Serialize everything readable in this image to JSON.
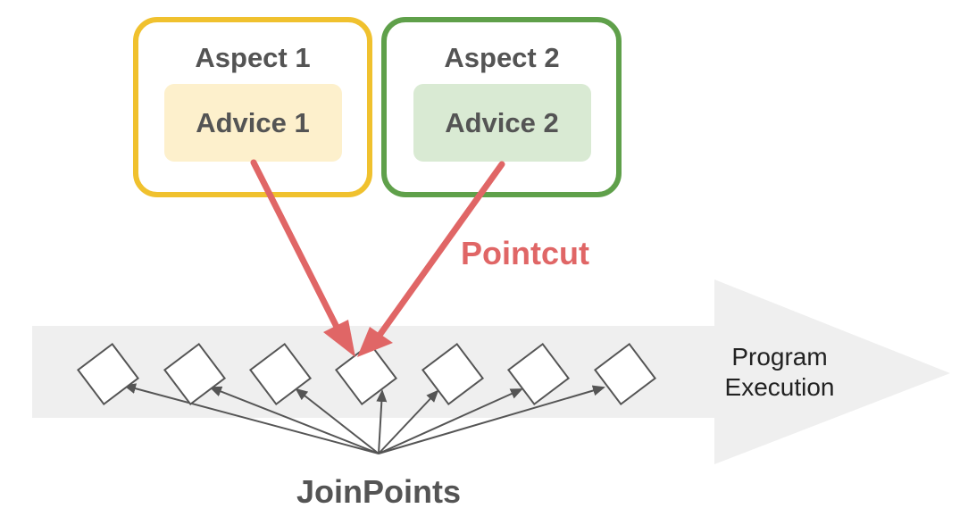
{
  "aspects": [
    {
      "title": "Aspect 1",
      "advice": "Advice 1",
      "border_color": "#f0c12e",
      "advice_fill": "#fdf0cc"
    },
    {
      "title": "Aspect 2",
      "advice": "Advice 2",
      "border_color": "#5fa04a",
      "advice_fill": "#d9ead3"
    }
  ],
  "pointcut": {
    "label": "Pointcut",
    "color": "#e06666"
  },
  "execution": {
    "line1": "Program",
    "line2": "Execution",
    "band_color": "#efefef"
  },
  "joinpoints": {
    "label": "JoinPoints",
    "count": 7,
    "targeted_index": 3
  }
}
